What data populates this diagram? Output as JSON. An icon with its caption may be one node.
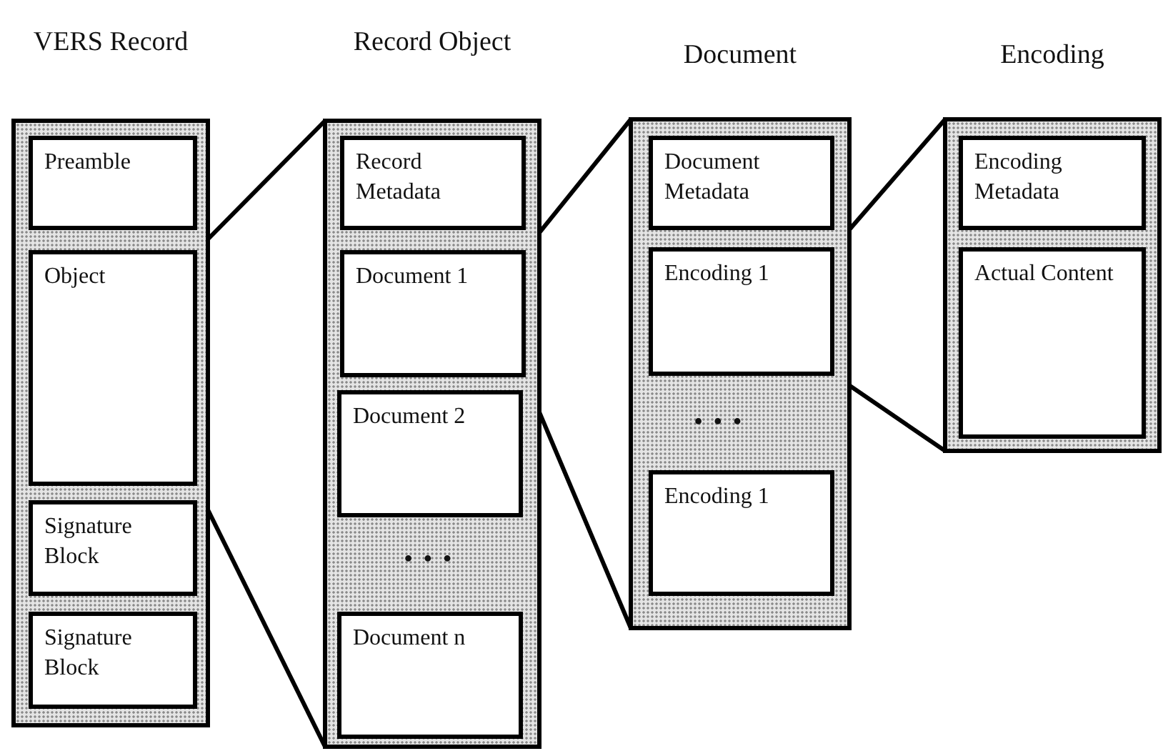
{
  "diagram": {
    "nodes": [
      {
        "text": [
          "VERS Record"
        ]
      },
      {
        "text": [
          "Preamble"
        ],
        "in": 0
      },
      {
        "text": [
          "Object"
        ],
        "in": 0
      },
      {
        "text": [
          "Signature Block"
        ],
        "in": 0
      },
      {
        "text": [
          "Signature Block"
        ],
        "in": 0
      },
      {
        "text": [
          "Record Object"
        ]
      },
      {
        "text": [
          "Record Metadata"
        ],
        "in": 5
      },
      {
        "text": [
          "Document 1"
        ],
        "in": 5
      },
      {
        "text": [
          "Document 2"
        ],
        "in": 5
      },
      {
        "text": [
          "Document n"
        ],
        "in": 5
      },
      {
        "text": [
          "Document"
        ]
      },
      {
        "text": [
          "Document Metadata"
        ],
        "in": 10
      },
      {
        "text": [
          "Encoding 1"
        ],
        "in": 10
      },
      {
        "text": [
          "Encoding 1"
        ],
        "in": 10
      },
      {
        "text": [
          "Encoding"
        ]
      },
      {
        "text": [
          "Encoding Metadata"
        ],
        "in": 14
      },
      {
        "text": [
          "Actual Content"
        ],
        "in": 14
      }
    ],
    "edges": [
      {
        "from": 2,
        "to": 5,
        "arrow": "none"
      },
      {
        "from": 2,
        "to": 5,
        "arrow": "none"
      },
      {
        "from": 7,
        "to": 10,
        "arrow": "none"
      },
      {
        "from": 7,
        "to": 10,
        "arrow": "none"
      },
      {
        "from": 12,
        "to": 14,
        "arrow": "none"
      },
      {
        "from": 12,
        "to": 14,
        "arrow": "none"
      }
    ],
    "labels": [
      "• • •",
      "• • •"
    ]
  }
}
